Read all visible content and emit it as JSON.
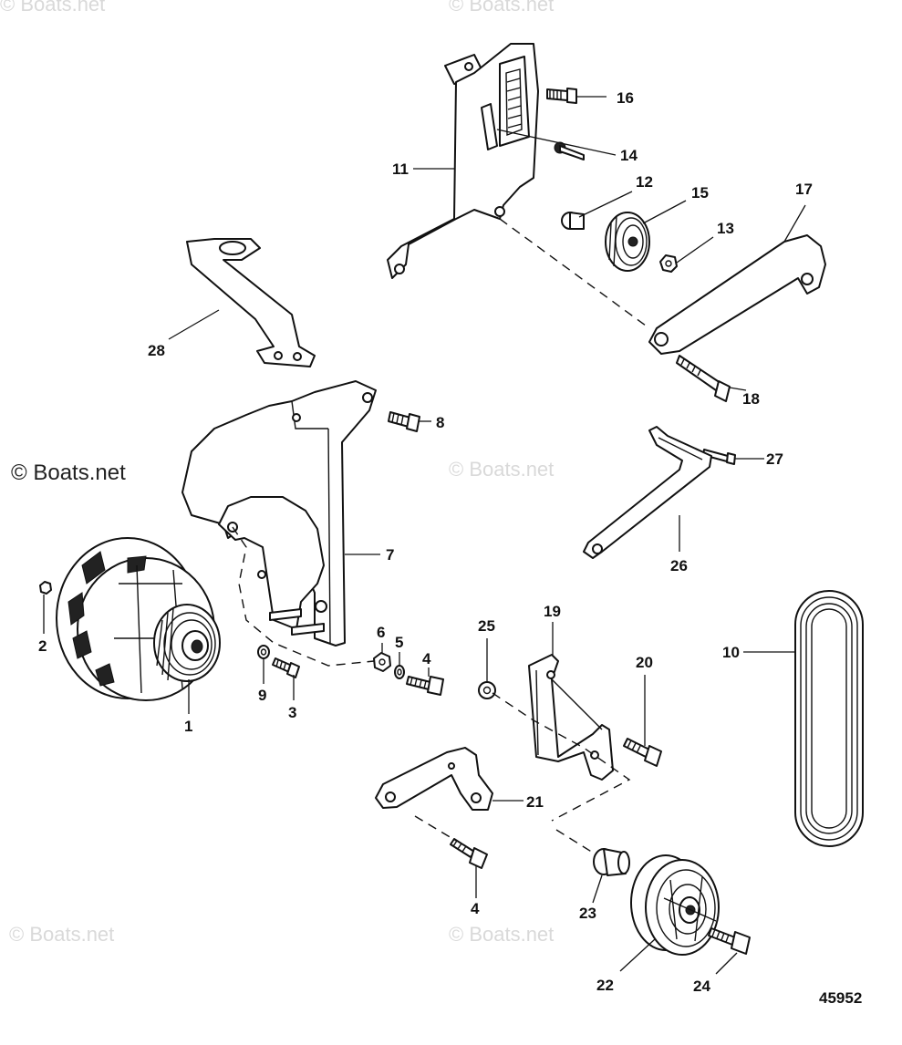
{
  "watermark": "© Boats.net",
  "diagram_number": "45952",
  "callouts": {
    "p1": "1",
    "p2": "2",
    "p3": "3",
    "p4a": "4",
    "p4b": "4",
    "p5": "5",
    "p6": "6",
    "p7": "7",
    "p8": "8",
    "p9": "9",
    "p10": "10",
    "p11": "11",
    "p12": "12",
    "p13": "13",
    "p14": "14",
    "p15": "15",
    "p16": "16",
    "p17": "17",
    "p18": "18",
    "p19": "19",
    "p20": "20",
    "p21": "21",
    "p22": "22",
    "p23": "23",
    "p24": "24",
    "p25": "25",
    "p26": "26",
    "p27": "27",
    "p28": "28"
  }
}
